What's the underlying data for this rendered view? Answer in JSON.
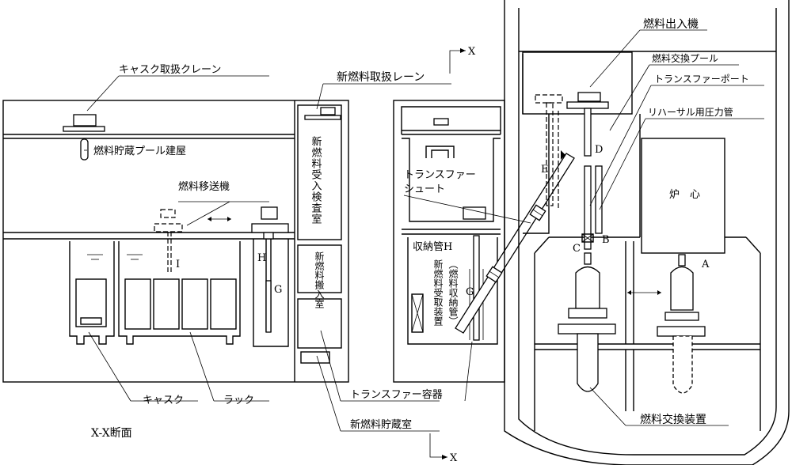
{
  "labels": {
    "cask_crane": "キャスク取扱クレーン",
    "new_fuel_crane": "新燃料取扱レーン",
    "fuel_exchange_machine": "燃料出入機",
    "fuel_exchange_pool": "燃料交換プール",
    "transfer_port": "トランスファーポート",
    "rehearsal_pressure_tube": "リハーサル用圧力管",
    "fuel_storage_pool_bldg": "燃料貯蔵プール建屋",
    "fuel_transfer_machine": "燃料移送機",
    "transfer_chute_1": "トランスファー",
    "transfer_chute_2": "シュート",
    "storage_tube_h": "収納管H",
    "new_fuel_storage_tube": "（燃料収納管）",
    "new_fuel_receiving_device": "新燃料受取装置",
    "new_fuel_inspection_room": "新燃料受入検査室",
    "new_fuel_carry_in_room": "新燃料搬入室",
    "reactor_core": "炉　心",
    "cask": "キャスク",
    "rack": "ラック",
    "transfer_container": "トランスファー容器",
    "new_fuel_storage_room": "新燃料貯蔵室",
    "fuel_exchange_device": "燃料交換装置",
    "section_title": "X-X断面",
    "x_top": "X",
    "x_bottom": "X"
  },
  "letters": {
    "A": "A",
    "B": "B",
    "C": "C",
    "D": "D",
    "E": "E",
    "G1": "G",
    "G2": "G",
    "H": "H",
    "I": "I"
  }
}
